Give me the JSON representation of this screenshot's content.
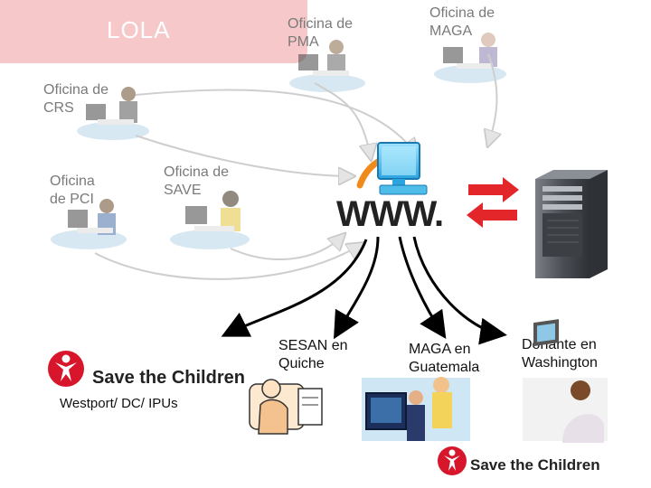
{
  "title": "LOLA",
  "offices": {
    "pma": "Oficina de PMA",
    "maga": "Oficina de MAGA",
    "crs": "Oficina de CRS",
    "pci": "Oficina de PCI",
    "save": "Oficina de SAVE"
  },
  "hub_label": "WWW.",
  "destinations": {
    "westport": "Westport/ DC/ IPUs",
    "sesan": "SESAN en Quiche",
    "maga_guatemala": "MAGA en Guatemala",
    "donante": "Donante en Washington"
  },
  "logo": {
    "text": "Save the Children",
    "text_small": "Save the Children"
  },
  "colors": {
    "title_bg": "#f7c8ca",
    "arrow_red": "#e3262a",
    "logo_red": "#d7162b",
    "server": "#555a60"
  }
}
